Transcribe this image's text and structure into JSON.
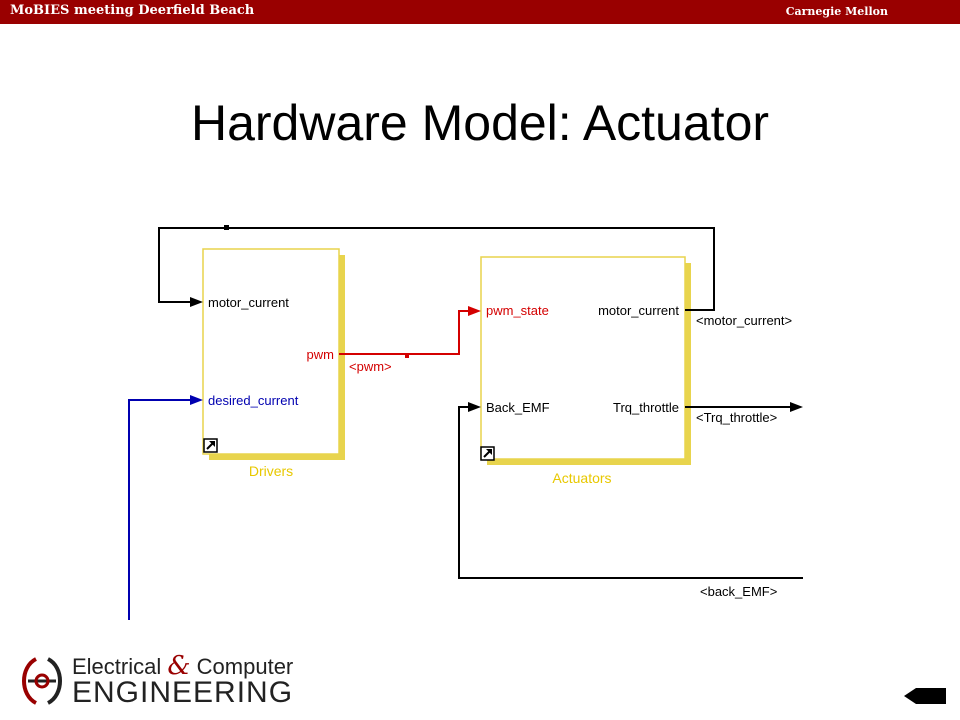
{
  "header": {
    "left_text": "MoBIES meeting Deerfield Beach",
    "right_text": "Carnegie Mellon"
  },
  "slide": {
    "title": "Hardware Model: Actuator"
  },
  "diagram": {
    "drivers": {
      "name": "Drivers",
      "in_ports": [
        "motor_current",
        "desired_current"
      ],
      "out_ports": [
        "pwm"
      ]
    },
    "actuators": {
      "name": "Actuators",
      "in_ports": [
        "pwm_state",
        "Back_EMF"
      ],
      "out_ports": [
        "motor_current",
        "Trq_throttle"
      ]
    },
    "signals": {
      "pwm": "<pwm>",
      "motor_current": "<motor_current>",
      "trq_throttle": "<Trq_throttle>",
      "back_emf": "<back_EMF>"
    },
    "colors": {
      "block_border": "#e8d44d",
      "block_shadow": "#e8d44d",
      "red_signal": "#d40000",
      "blue_signal": "#0000b0",
      "line": "#000000"
    }
  },
  "footer": {
    "logo_line1_a": "Electrical",
    "logo_amp": "&",
    "logo_line1_b": "Computer",
    "logo_line2": "ENGINEERING"
  }
}
